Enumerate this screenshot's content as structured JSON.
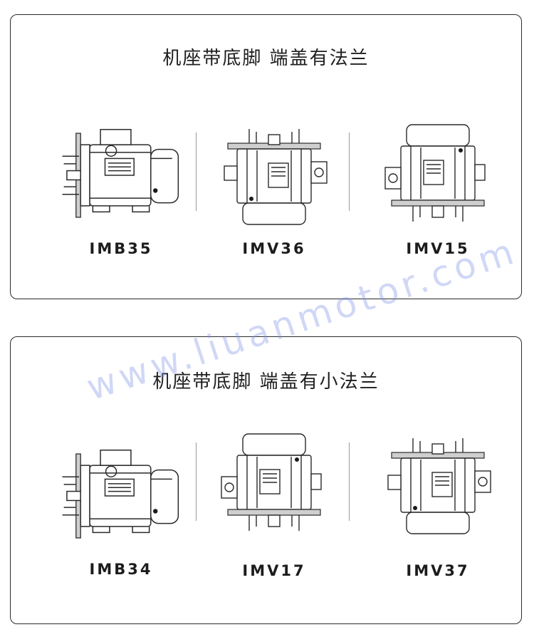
{
  "sections": [
    {
      "title": "机座带底脚 端盖有法兰",
      "mounts": [
        {
          "label": "IMB35",
          "icon": "horizontal-foot-flange-motor-icon"
        },
        {
          "label": "IMV36",
          "icon": "vertical-shaft-up-flange-motor-icon"
        },
        {
          "label": "IMV15",
          "icon": "vertical-shaft-down-flange-motor-icon"
        }
      ]
    },
    {
      "title": "机座带底脚 端盖有小法兰",
      "mounts": [
        {
          "label": "IMB34",
          "icon": "horizontal-foot-small-flange-motor-icon"
        },
        {
          "label": "IMV17",
          "icon": "vertical-shaft-down-small-flange-motor-icon"
        },
        {
          "label": "IMV37",
          "icon": "vertical-shaft-up-small-flange-motor-icon"
        }
      ]
    }
  ],
  "watermark": "www.liuanmotor.com"
}
